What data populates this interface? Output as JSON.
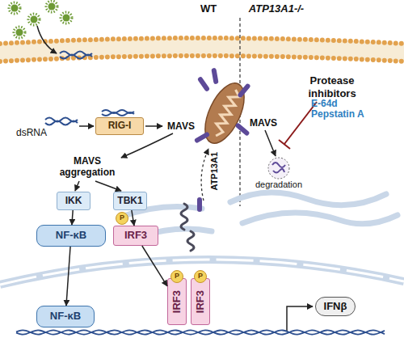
{
  "diagram": {
    "nodes": [
      {
        "text": [
          "RIG-I"
        ]
      },
      {
        "text": [
          "IKK"
        ]
      },
      {
        "text": [
          "TBK1"
        ]
      },
      {
        "text": [
          "NF-κB"
        ]
      },
      {
        "text": [
          "IRF3"
        ]
      },
      {
        "text": [
          "P"
        ],
        "in": 4
      },
      {
        "text": [
          "NF-κB"
        ]
      },
      {
        "text": [
          "IRF3"
        ]
      },
      {
        "text": [
          "P"
        ],
        "in": 7
      },
      {
        "text": [
          "IRF3"
        ]
      },
      {
        "text": [
          "P"
        ],
        "in": 9
      },
      {
        "text": [
          "IFNβ"
        ]
      }
    ],
    "edges": [
      {
        "from": 1,
        "to": 3,
        "arrow": "to"
      },
      {
        "from": 2,
        "to": 4,
        "arrow": "to"
      },
      {
        "from": 3,
        "to": 6,
        "arrow": "to"
      },
      {
        "from": 4,
        "to": 7,
        "arrow": "to"
      }
    ],
    "labels": [
      "WT",
      "ATP13A1-/-",
      "Protease inhibitors",
      "E-64d",
      "Pepstatin A",
      "dsRNA",
      "MAVS",
      "MAVS",
      "degradation",
      "MAVS aggregation",
      "ATP13A1"
    ]
  }
}
